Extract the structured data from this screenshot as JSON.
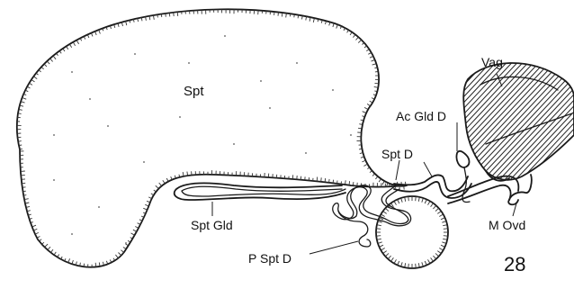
{
  "labels": {
    "spt": "Spt",
    "ac_gld_d": "Ac Gld D",
    "spt_d": "Spt D",
    "vag": "Vag",
    "spt_gld": "Spt Gld",
    "p_spt_d": "P Spt D",
    "m_ovd": "M Ovd",
    "figure_number": "28"
  }
}
